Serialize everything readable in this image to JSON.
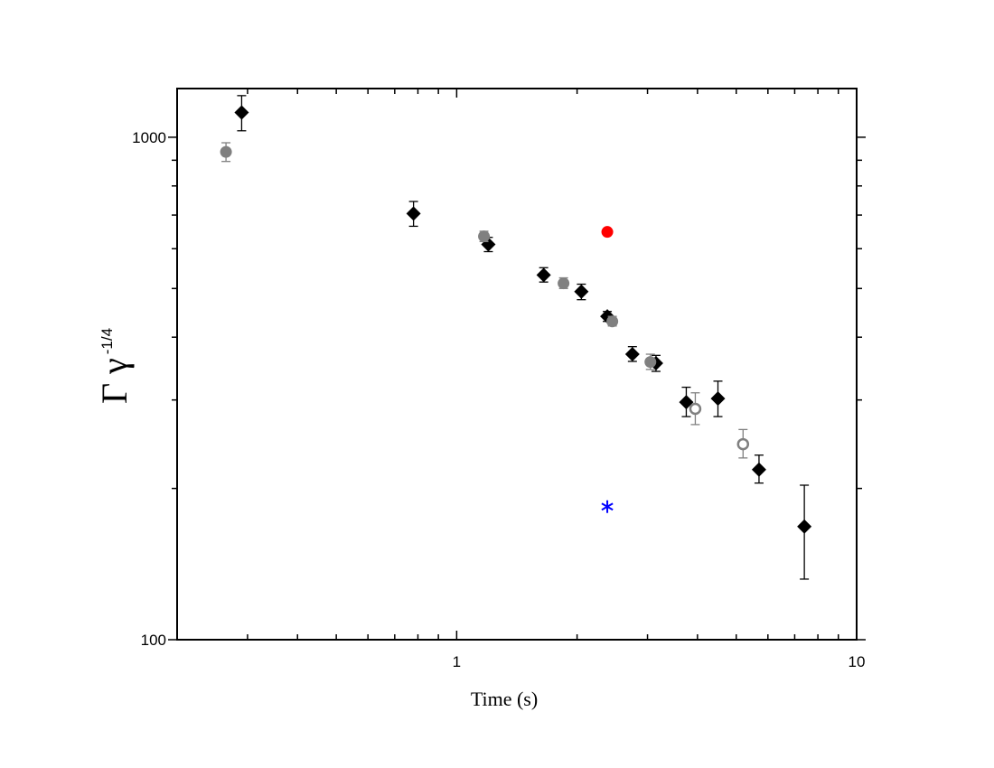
{
  "chart_data": {
    "type": "scatter",
    "title": "",
    "xlabel": "Time (s)",
    "ylabel": {
      "main": "Γ γ",
      "superscript": "-1/4"
    },
    "xscale": "log",
    "yscale": "log",
    "xlim": [
      0.2,
      10
    ],
    "ylim": [
      100,
      1250
    ],
    "x_tick_labels": [
      {
        "value": 1,
        "label": "1"
      },
      {
        "value": 10,
        "label": "10"
      }
    ],
    "y_tick_labels": [
      {
        "value": 100,
        "label": "100"
      },
      {
        "value": 1000,
        "label": "1000"
      }
    ],
    "grid": false,
    "legend": "none",
    "series": [
      {
        "marker": "filled-diamond",
        "color": "#000000",
        "points": [
          {
            "x": 0.29,
            "y": 1120,
            "yerr_low": 1030,
            "yerr_high": 1210
          },
          {
            "x": 0.78,
            "y": 705,
            "yerr_low": 665,
            "yerr_high": 745
          },
          {
            "x": 1.2,
            "y": 612,
            "yerr_low": 592,
            "yerr_high": 632
          },
          {
            "x": 1.65,
            "y": 532,
            "yerr_low": 515,
            "yerr_high": 550
          },
          {
            "x": 2.05,
            "y": 493,
            "yerr_low": 475,
            "yerr_high": 510
          },
          {
            "x": 2.38,
            "y": 440,
            "yerr_low": 430,
            "yerr_high": 450
          },
          {
            "x": 2.75,
            "y": 370,
            "yerr_low": 358,
            "yerr_high": 383
          },
          {
            "x": 3.15,
            "y": 355,
            "yerr_low": 342,
            "yerr_high": 368
          },
          {
            "x": 3.75,
            "y": 297,
            "yerr_low": 278,
            "yerr_high": 318
          },
          {
            "x": 4.5,
            "y": 302,
            "yerr_low": 278,
            "yerr_high": 327
          },
          {
            "x": 5.7,
            "y": 218,
            "yerr_low": 205,
            "yerr_high": 233
          },
          {
            "x": 7.4,
            "y": 168,
            "yerr_low": 132,
            "yerr_high": 203
          }
        ]
      },
      {
        "marker": "filled-circle",
        "color": "#808080",
        "points": [
          {
            "x": 0.265,
            "y": 935,
            "yerr_low": 895,
            "yerr_high": 975
          },
          {
            "x": 1.17,
            "y": 635,
            "yerr_low": 620,
            "yerr_high": 650
          },
          {
            "x": 1.85,
            "y": 512,
            "yerr_low": 500,
            "yerr_high": 525
          },
          {
            "x": 2.45,
            "y": 430,
            "yerr_low": 421,
            "yerr_high": 440
          },
          {
            "x": 3.05,
            "y": 357,
            "yerr_low": 345,
            "yerr_high": 370
          }
        ]
      },
      {
        "marker": "open-circle",
        "color": "#808080",
        "points": [
          {
            "x": 3.95,
            "y": 288,
            "yerr_low": 268,
            "yerr_high": 310
          },
          {
            "x": 5.2,
            "y": 245,
            "yerr_low": 230,
            "yerr_high": 262
          }
        ]
      },
      {
        "marker": "filled-circle",
        "color": "#ff0000",
        "points": [
          {
            "x": 2.38,
            "y": 648
          }
        ]
      },
      {
        "marker": "asterisk",
        "color": "#0000ff",
        "points": [
          {
            "x": 2.38,
            "y": 184
          }
        ]
      }
    ]
  }
}
